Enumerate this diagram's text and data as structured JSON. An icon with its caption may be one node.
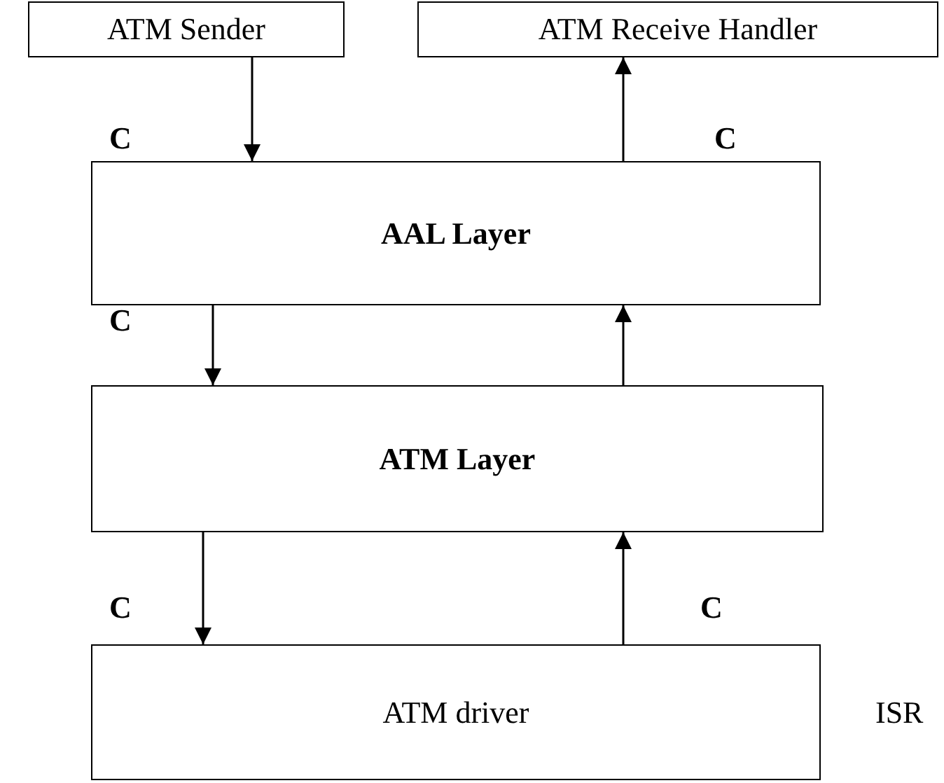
{
  "diagram": {
    "nodes": [
      {
        "text": [
          "ATM Sender"
        ]
      },
      {
        "text": [
          "ATM Receive Handler"
        ]
      },
      {
        "text": [
          "AAL Layer"
        ]
      },
      {
        "text": [
          "ATM Layer"
        ]
      },
      {
        "text": [
          "ATM driver"
        ]
      }
    ],
    "edges": [
      {
        "from": 0,
        "to": 2,
        "arrow": "to",
        "label": "C"
      },
      {
        "from": 2,
        "to": 1,
        "arrow": "to",
        "label": "C"
      },
      {
        "from": 2,
        "to": 3,
        "arrow": "to",
        "label": "C"
      },
      {
        "from": 3,
        "to": 2,
        "arrow": "to"
      },
      {
        "from": 3,
        "to": 4,
        "arrow": "to",
        "label": "C"
      },
      {
        "from": 4,
        "to": 3,
        "arrow": "to",
        "label": "C"
      }
    ],
    "labels": [
      "ISR"
    ]
  }
}
